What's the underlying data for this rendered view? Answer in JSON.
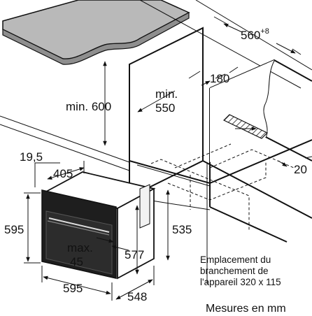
{
  "dimensions": {
    "cutout_width": "560",
    "cutout_width_sup": "+8",
    "cabinet_height_min": "min. 600",
    "depth_min_line1": "min.",
    "depth_min_line2": "550",
    "rear_gap": "180",
    "side_gap": "20",
    "front_offset": "19,5",
    "front_depth": "405",
    "oven_height": "595",
    "inner_height": "535",
    "body_height": "577",
    "handle_max_line1": "max.",
    "handle_max_line2": "45",
    "oven_width": "595",
    "oven_depth": "548"
  },
  "notes": {
    "connection_line1": "Emplacement du",
    "connection_line2": "branchement de",
    "connection_line3": "l'appareil 320 x 115",
    "units": "Mesures en mm"
  }
}
